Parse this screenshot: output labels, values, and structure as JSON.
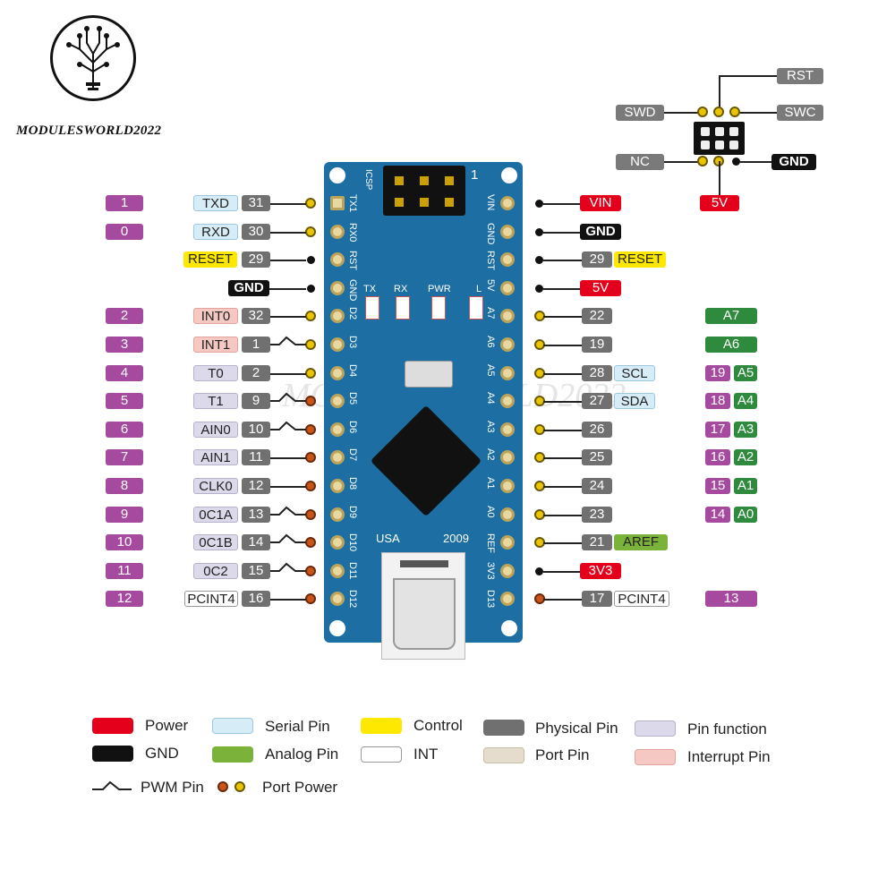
{
  "brand": {
    "name": "MODULESWORLD2022",
    "watermark": "MODULESWORLD2022",
    "logo_icon": "circuit-tree-logo-icon"
  },
  "colors": {
    "power": "#e4001b",
    "gnd": "#111111",
    "serial": "#d6ecf7",
    "analog": "#7bb23a",
    "control": "#ffe800",
    "int": "#ffffff",
    "physical": "#707070",
    "port": "#e5dccd",
    "pin_function": "#dcd9ea",
    "interrupt": "#f6c8c4",
    "arduino_pin": "#a64aa0",
    "board": "#1c6ea3"
  },
  "icsp_header": {
    "rst": "RST",
    "swd": "SWD",
    "swc": "SWC",
    "nc": "NC",
    "gnd": "GND",
    "v5": "5V"
  },
  "board": {
    "icsp_label": "ICSP",
    "icsp_pin1": "1",
    "led_labels": [
      "TX",
      "RX",
      "PWR",
      "L"
    ],
    "usa_label": "USA",
    "year_label": "2009",
    "left_silk": [
      "TX1",
      "RX0",
      "RST",
      "GND",
      "D2",
      "D3",
      "D4",
      "D5",
      "D6",
      "D7",
      "D8",
      "D9",
      "D10",
      "D11",
      "D12"
    ],
    "right_silk": [
      "VIN",
      "GND",
      "RST",
      "5V",
      "A7",
      "A6",
      "A5",
      "A4",
      "A3",
      "A2",
      "A1",
      "A0",
      "REF",
      "3V3",
      "D13"
    ]
  },
  "left_pins": [
    {
      "arduino": "1",
      "func": "TXD",
      "func_type": "serial",
      "phys": "31",
      "pwm": false,
      "dot": "y"
    },
    {
      "arduino": "0",
      "func": "RXD",
      "func_type": "serial",
      "phys": "30",
      "pwm": false,
      "dot": "y"
    },
    {
      "arduino": "",
      "func": "RESET",
      "func_type": "control",
      "phys": "29",
      "pwm": false,
      "dot": "b"
    },
    {
      "arduino": "",
      "func": "GND",
      "func_type": "gnd",
      "phys": "",
      "pwm": false,
      "dot": "b"
    },
    {
      "arduino": "2",
      "func": "INT0",
      "func_type": "intr",
      "phys": "32",
      "pwm": false,
      "dot": "y"
    },
    {
      "arduino": "3",
      "func": "INT1",
      "func_type": "intr",
      "phys": "1",
      "pwm": true,
      "dot": "y"
    },
    {
      "arduino": "4",
      "func": "T0",
      "func_type": "func",
      "phys": "2",
      "pwm": false,
      "dot": "y"
    },
    {
      "arduino": "5",
      "func": "T1",
      "func_type": "func",
      "phys": "9",
      "pwm": true,
      "dot": "o"
    },
    {
      "arduino": "6",
      "func": "AIN0",
      "func_type": "func",
      "phys": "10",
      "pwm": true,
      "dot": "o"
    },
    {
      "arduino": "7",
      "func": "AIN1",
      "func_type": "func",
      "phys": "11",
      "pwm": false,
      "dot": "o"
    },
    {
      "arduino": "8",
      "func": "CLK0",
      "func_type": "func",
      "phys": "12",
      "pwm": false,
      "dot": "o"
    },
    {
      "arduino": "9",
      "func": "0C1A",
      "func_type": "func",
      "phys": "13",
      "pwm": true,
      "dot": "o"
    },
    {
      "arduino": "10",
      "func": "0C1B",
      "func_type": "func",
      "phys": "14",
      "pwm": true,
      "dot": "o"
    },
    {
      "arduino": "11",
      "func": "0C2",
      "func_type": "func",
      "phys": "15",
      "pwm": true,
      "dot": "o"
    },
    {
      "arduino": "12",
      "func": "PCINT4",
      "func_type": "int",
      "phys": "16",
      "pwm": false,
      "dot": "o"
    }
  ],
  "right_pins": [
    {
      "phys": "",
      "func": "VIN",
      "func_type": "power",
      "analog": "",
      "arduino": "",
      "dot": "b"
    },
    {
      "phys": "",
      "func": "GND",
      "func_type": "gnd",
      "analog": "",
      "arduino": "",
      "dot": "b"
    },
    {
      "phys": "29",
      "func": "RESET",
      "func_type": "control",
      "analog": "",
      "arduino": "",
      "dot": "b"
    },
    {
      "phys": "",
      "func": "5V",
      "func_type": "power",
      "analog": "",
      "arduino": "",
      "dot": "b"
    },
    {
      "phys": "22",
      "func": "",
      "func_type": "",
      "analog": "A7",
      "arduino": "",
      "dot": "y"
    },
    {
      "phys": "19",
      "func": "",
      "func_type": "",
      "analog": "A6",
      "arduino": "",
      "dot": "y"
    },
    {
      "phys": "28",
      "func": "SCL",
      "func_type": "serial",
      "analog": "A5",
      "arduino": "19",
      "dot": "y"
    },
    {
      "phys": "27",
      "func": "SDA",
      "func_type": "serial",
      "analog": "A4",
      "arduino": "18",
      "dot": "y"
    },
    {
      "phys": "26",
      "func": "",
      "func_type": "",
      "analog": "A3",
      "arduino": "17",
      "dot": "y"
    },
    {
      "phys": "25",
      "func": "",
      "func_type": "",
      "analog": "A2",
      "arduino": "16",
      "dot": "y"
    },
    {
      "phys": "24",
      "func": "",
      "func_type": "",
      "analog": "A1",
      "arduino": "15",
      "dot": "y"
    },
    {
      "phys": "23",
      "func": "",
      "func_type": "",
      "analog": "A0",
      "arduino": "14",
      "dot": "y"
    },
    {
      "phys": "21",
      "func": "AREF",
      "func_type": "aref",
      "analog": "",
      "arduino": "",
      "dot": "y"
    },
    {
      "phys": "",
      "func": "3V3",
      "func_type": "power",
      "analog": "",
      "arduino": "",
      "dot": "b"
    },
    {
      "phys": "17",
      "func": "PCINT4",
      "func_type": "int",
      "analog": "",
      "arduino": "13",
      "dot": "o"
    }
  ],
  "legend": {
    "items": [
      {
        "label": "Power",
        "type": "power"
      },
      {
        "label": "GND",
        "type": "gnd"
      },
      {
        "label": "Serial Pin",
        "type": "serial"
      },
      {
        "label": "Analog Pin",
        "type": "analog"
      },
      {
        "label": "Control",
        "type": "control"
      },
      {
        "label": "INT",
        "type": "int"
      },
      {
        "label": "Physical Pin",
        "type": "physical"
      },
      {
        "label": "Port Pin",
        "type": "port"
      },
      {
        "label": "Pin function",
        "type": "pin_function"
      },
      {
        "label": "Interrupt Pin",
        "type": "interrupt"
      }
    ],
    "pwm_label": "PWM Pin",
    "port_power_label": "Port Power"
  }
}
